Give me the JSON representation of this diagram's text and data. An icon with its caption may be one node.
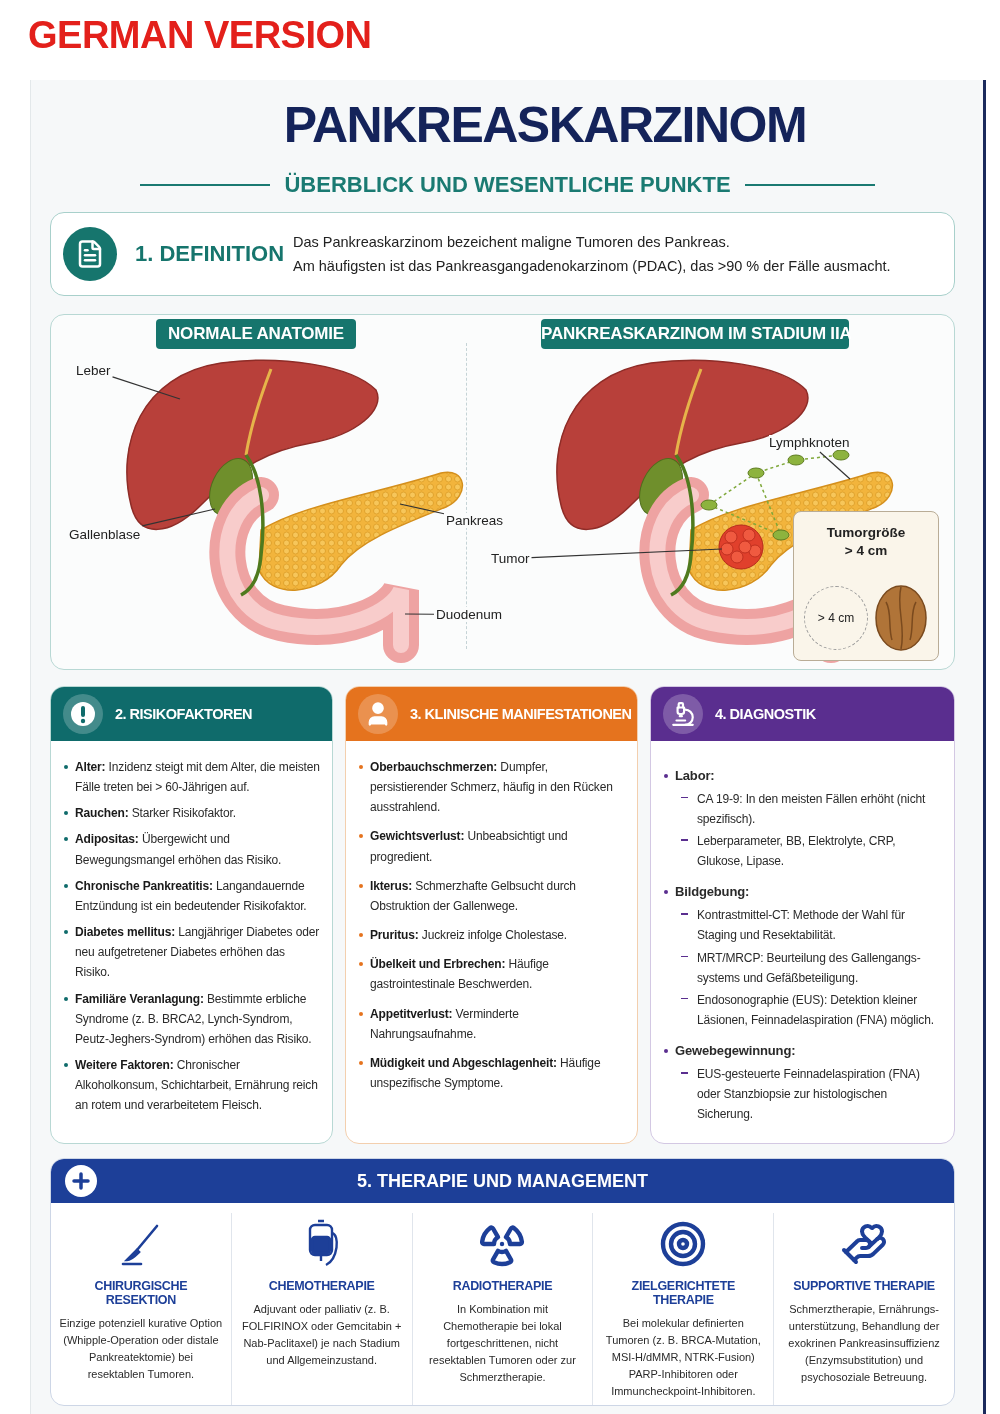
{
  "diagram": {
    "title": "PANKREASKARZINOM",
    "nodes": [
      {
        "text": [
          "1. DEFINITION",
          "Das Pankreaskarzinom bezeichent maligne Tumoren des Pankreas.",
          "Am häufigsten ist das Pankreasgangadenokarzinom (PDAC), das >90 % der Fälle ausmacht."
        ]
      },
      {
        "text": [],
        "shape": "box"
      },
      {
        "text": [
          "NORMALE ANATOMIE"
        ],
        "in": 1
      },
      {
        "text": [
          "PANKREASKARZINOM IM STADIUM IIA"
        ],
        "in": 1
      },
      {
        "text": [
          "Leber"
        ],
        "in": 1
      },
      {
        "text": [
          "Gallenblase"
        ],
        "in": 1
      },
      {
        "text": [
          "Pankreas"
        ],
        "in": 1
      },
      {
        "text": [
          "Duodenum"
        ],
        "in": 1
      },
      {
        "text": [
          "Lymphknoten"
        ],
        "in": 1
      },
      {
        "text": [
          "Tumor"
        ],
        "in": 1
      },
      {
        "text": [
          "Tumorgröße > 4 cm"
        ],
        "in": 1
      },
      {
        "text": [
          "> 4 cm"
        ],
        "in": 10
      },
      {
        "text": [
          "2. RISIKOFAKTOREN",
          "**Alter:** Inzidenz steigt mit dem Alter, die meisten Fälle treten bei > 60-Jährigen auf.",
          "**Rauchen:** Starker Risikofaktor.",
          "**Adipositas:** Übergewicht und Bewegungsmangel erhöhen das Risiko.",
          "**Chronische Pankreatitis:** Langandauernde Entzündung ist ein bedeutender Risikofaktor.",
          "**Diabetes mellitus:** Langjähriger Diabetes oder neu aufgetretener Diabetes erhöhen das Risiko.",
          "**Familiäre Veranlagung:** Bestimmte erbliche Syndrome (z. B. BRCA2, Lynch-Syndrom, Peutz-Jeghers-Syndrom) erhöhen das Risiko.",
          "**Weitere Faktoren:** Chronischer Alkoholkonsum, Schichtarbeit, Ernährung reich an rotem und verarbeitetem Fleisch."
        ]
      },
      {
        "text": [
          "3. KLINISCHE MANIFESTATIONEN",
          "**Oberbauchschmerzen:** Dumpfer, persistierender Schmerz, häufig in den Rücken ausstrahlend.",
          "**Gewichtsverlust:** Unbeabsichtigt und progredient.",
          "**Ikterus:** Schmerzhafte Gelbsucht durch Obstruktion der Gallenwege.",
          "**Pruritus:** Juckreiz infolge Cholestase.",
          "**Übelkeit und Erbrechen:** Häufige gastrointestinale Beschwerden.",
          "**Appetitverlust:** Verminderte Nahrungsaufnahme.",
          "**Müdigkeit und Abgeschlagenheit:** Häufige unspezifische Symptome."
        ]
      },
      {
        "text": [
          "4. DIAGNOSTIK",
          "Labor:",
          "CA 19-9: In den meisten Fällen erhöht (nicht spezifisch).",
          "Leberparameter, BB, Elektrolyte, CRP, Glukose, Lipase.",
          "Bildgebung:",
          "Kontrastmittel-CT: Methode der Wahl für Staging und Resektabilität.",
          "MRT/MRCP: Beurteilung des Gallengangs- systems und Gefäßbeteiligung.",
          "Endosonographie (EUS): Detektion kleiner Läsionen, Feinnadelaspiration (FNA) möglich.",
          "Gewebegewinnung:",
          "EUS-gesteuerte Feinnadelaspiration (FNA) oder Stanzbiopsie zur histologischen Sicherung."
        ]
      },
      {
        "text": [
          "5. THERAPIE UND MANAGEMENT"
        ]
      },
      {
        "text": [
          "CHIRURGISCHE RESEKTION",
          "Einzige potenziell kurative Option (Whipple-Operation oder distale Pankreatektomie) bei resektablen Tumoren."
        ],
        "in": 15
      },
      {
        "text": [
          "CHEMOTHERAPIE",
          "Adjuvant oder palliativ (z. B. FOLFIRINOX oder Gemcitabin + Nab-Paclitaxel) je nach Stadium und Allgemeinzustand."
        ],
        "in": 15
      },
      {
        "text": [
          "RADIOTHERAPIE",
          "In Kombination mit Chemotherapie bei lokal fortgeschrittenen, nicht resektablen Tumoren oder zur Schmerztherapie."
        ],
        "in": 15
      },
      {
        "text": [
          "ZIELGERICHTETE THERAPIE",
          "Bei molekular definierten Tumoren (z. B. BRCA-Mutation, MSI-H/dMMR, NTRK-Fusion) PARP-Inhibitoren oder Immuncheckpoint-Inhibitoren."
        ],
        "in": 15
      },
      {
        "text": [
          "SUPPORTIVE THERAPIE",
          "Schmerztherapie, Ernährungs- unterstützung, Behandlung der exokrinen Pankreasinsuffizienz (Enzymsubstitution) und psychosoziale Betreuung."
        ],
        "in": 15
      }
    ],
    "edges": [
      {
        "from": 4,
        "to": null,
        "arrow": "none"
      },
      {
        "from": 5,
        "to": null,
        "arrow": "none"
      },
      {
        "from": 6,
        "to": null,
        "arrow": "none"
      },
      {
        "from": 7,
        "to": null,
        "arrow": "none"
      },
      {
        "from": 8,
        "to": null,
        "arrow": "none"
      },
      {
        "from": 9,
        "to": null,
        "arrow": "none"
      }
    ],
    "labels": [
      "GERMAN VERSION",
      "ÜBERBLICK UND WESENTLICHE PUNKTE"
    ]
  }
}
